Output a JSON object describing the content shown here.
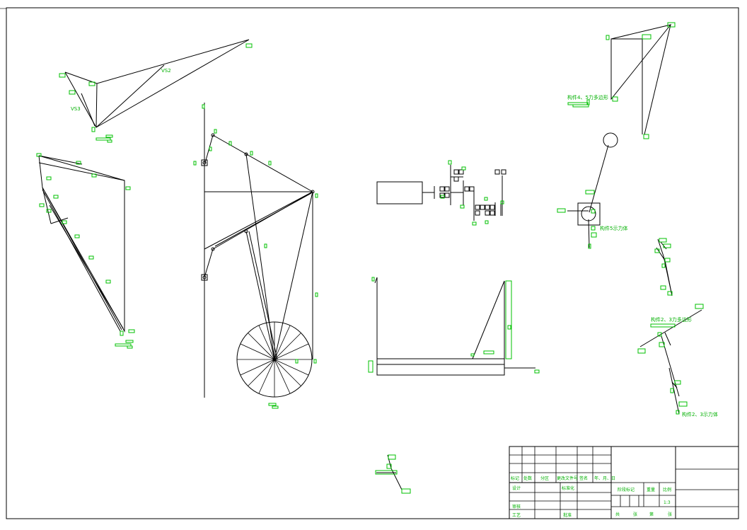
{
  "drawing": {
    "velocity_labels": {
      "vs2": "VS2",
      "vs3": "VS3"
    },
    "captions": {
      "link45_force_polygon": "构件4、5力多边形",
      "link5_free_body": "构件5示力体",
      "link23_force_polygon": "构件2、3力多边形",
      "link23_free_body": "构件2、3示力体"
    },
    "title_block": {
      "row1": [
        "标记",
        "处数",
        "分区",
        "更改文件号",
        "签名",
        "年、月、日"
      ],
      "design": "设计",
      "standardization": "标准化",
      "review": "审核",
      "craft": "工艺",
      "approve": "批准",
      "stage_mark": "阶段标记",
      "weight": "重量",
      "scale_label": "比例",
      "scale_value": "1:3",
      "sheets": [
        "共",
        "张",
        "第",
        "张"
      ]
    }
  },
  "colors": {
    "ink": "#000000",
    "annotation": "#00c000"
  }
}
